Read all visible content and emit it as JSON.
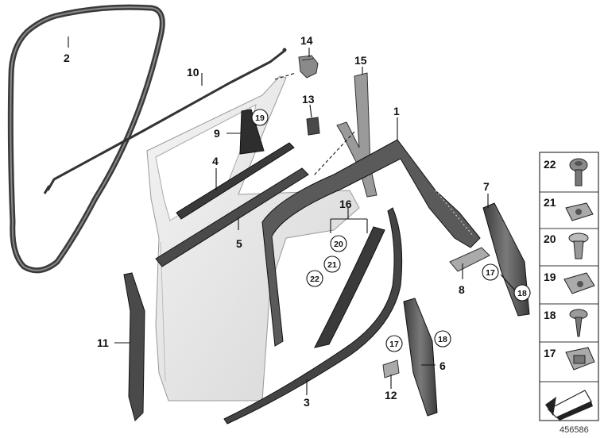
{
  "callouts": [
    "1",
    "2",
    "3",
    "4",
    "5",
    "6",
    "7",
    "8",
    "9",
    "10",
    "11",
    "12",
    "13",
    "14",
    "15",
    "16"
  ],
  "circled": [
    "19",
    "20",
    "21",
    "22",
    "17",
    "18",
    "17",
    "18"
  ],
  "legend": [
    "22",
    "21",
    "20",
    "19",
    "18",
    "17"
  ],
  "reference": "456586",
  "colors": {
    "line": "#111111",
    "part_fill": "#5a5a5a",
    "door_fill": "#e6e6e6",
    "legend_border": "#333333"
  }
}
